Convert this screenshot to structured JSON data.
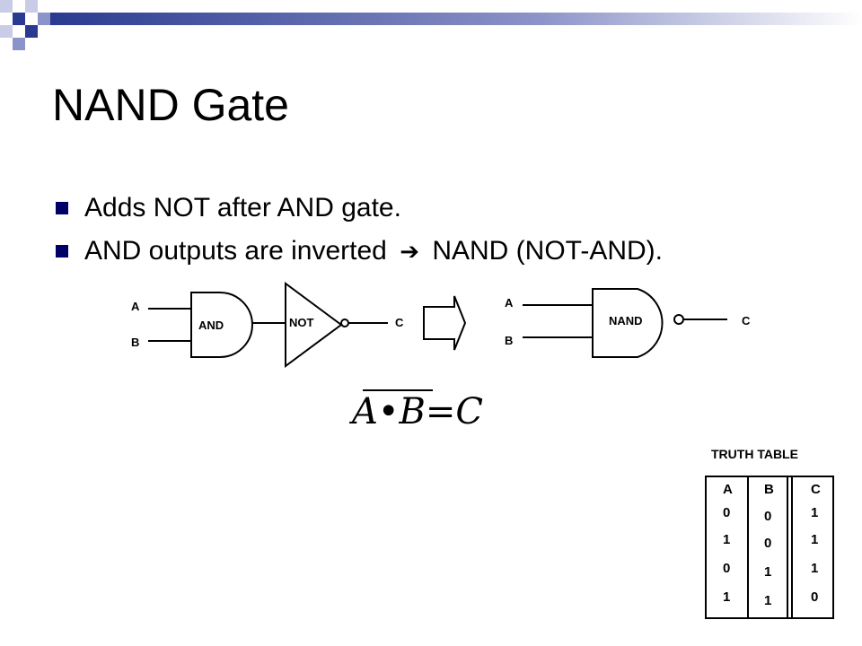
{
  "slide": {
    "title": "NAND Gate",
    "bullets": [
      {
        "text_before": "Adds NOT after AND gate.",
        "text_after": ""
      },
      {
        "text_before": "AND outputs are inverted",
        "arrow": "➔",
        "text_after": "NAND (NOT-AND)."
      }
    ]
  },
  "diagram_left": {
    "input_a": "A",
    "input_b": "B",
    "and_label": "AND",
    "not_label": "NOT",
    "output": "C"
  },
  "diagram_right": {
    "input_a": "A",
    "input_b": "B",
    "nand_label": "NAND",
    "output": "C"
  },
  "formula": {
    "text": "A•B=C"
  },
  "truth_table": {
    "title": "TRUTH TABLE",
    "headers": [
      "A",
      "B",
      "C"
    ],
    "rows": [
      [
        "0",
        "0",
        "1"
      ],
      [
        "1",
        "0",
        "1"
      ],
      [
        "0",
        "1",
        "1"
      ],
      [
        "1",
        "1",
        "0"
      ]
    ]
  },
  "colors": {
    "accent": "#000066",
    "deco_gradient_start": "#3a4aa0",
    "deco_gradient_end": "#ffffff"
  }
}
